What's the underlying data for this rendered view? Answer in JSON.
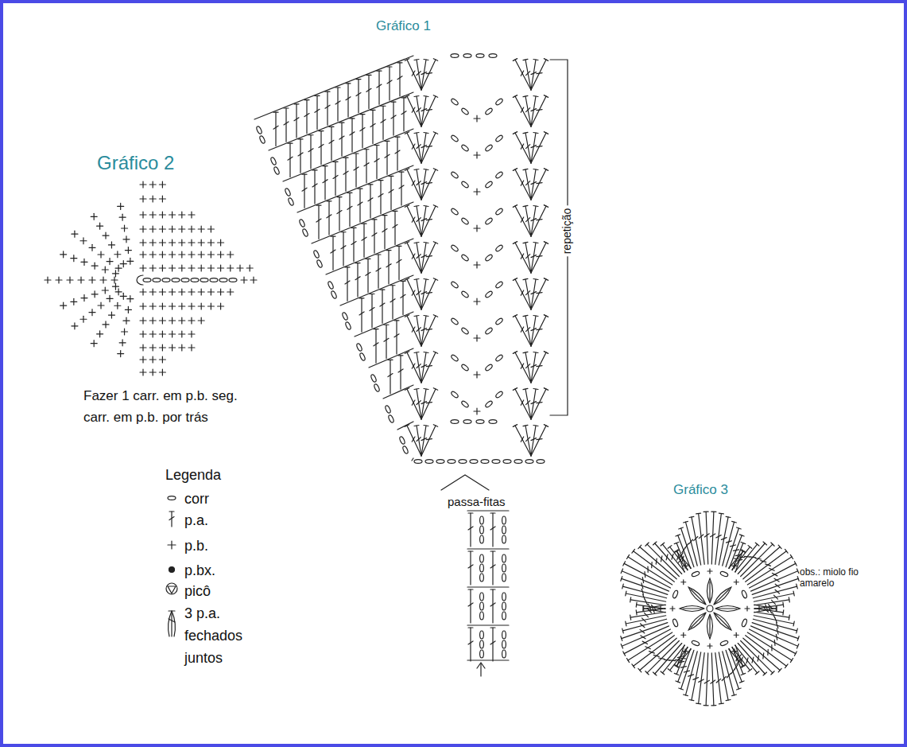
{
  "diagram": {
    "labels": [
      "Gráfico 1",
      "repetição",
      "passa-fitas",
      "Gráfico 2",
      "Fazer 1 carr. em p.b. seg. carr. em p.b. por trás",
      "Legenda",
      "Gráfico 3",
      "obs.: miolo fio amarelo"
    ],
    "legend": [
      {
        "text": "corr"
      },
      {
        "text": "p.a."
      },
      {
        "text": "p.b."
      },
      {
        "text": "p.bx."
      },
      {
        "text": "picô"
      },
      {
        "text": "3 p.a. fechados juntos"
      }
    ]
  }
}
